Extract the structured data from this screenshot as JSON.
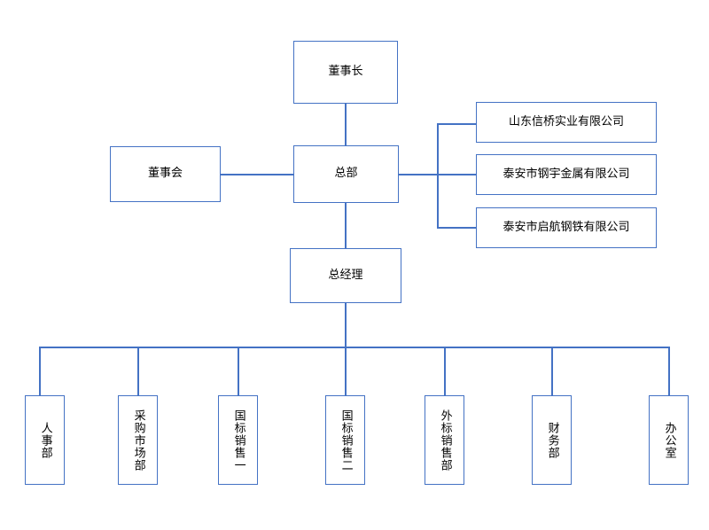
{
  "diagram": {
    "title": "",
    "colors": {
      "line": "#4472c4",
      "border": "#4472c4",
      "box_fill": "#ffffff",
      "text": "#000000"
    },
    "nodes": {
      "chairman": "董事长",
      "board": "董事会",
      "headquarters": "总部",
      "general_manager": "总经理",
      "subsidiaries": [
        "山东信桥实业有限公司",
        "泰安市钢宇金属有限公司",
        "泰安市启航钢铁有限公司"
      ],
      "departments": [
        "人事部",
        "采购市场部",
        "国标销售一",
        "国标销售二",
        "外标销售部",
        "财务部",
        "办公室"
      ]
    }
  }
}
